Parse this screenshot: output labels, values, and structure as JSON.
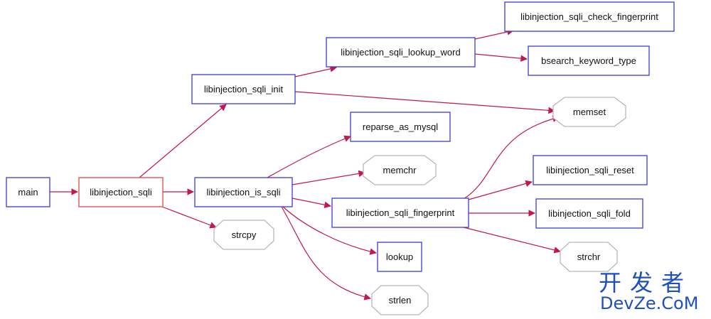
{
  "nodes": [
    {
      "id": "main",
      "label": "main",
      "shape": "box",
      "highlight": false
    },
    {
      "id": "libinjection_sqli",
      "label": "libinjection_sqli",
      "shape": "box",
      "highlight": true
    },
    {
      "id": "libinjection_sqli_init",
      "label": "libinjection_sqli_init",
      "shape": "box",
      "highlight": false
    },
    {
      "id": "libinjection_sqli_lookup_word",
      "label": "libinjection_sqli_lookup_word",
      "shape": "box",
      "highlight": false
    },
    {
      "id": "libinjection_sqli_check_fingerprint",
      "label": "libinjection_sqli_check_fingerprint",
      "shape": "box",
      "highlight": false
    },
    {
      "id": "bsearch_keyword_type",
      "label": "bsearch_keyword_type",
      "shape": "box",
      "highlight": false
    },
    {
      "id": "memset",
      "label": "memset",
      "shape": "octagon",
      "highlight": false
    },
    {
      "id": "reparse_as_mysql",
      "label": "reparse_as_mysql",
      "shape": "box",
      "highlight": false
    },
    {
      "id": "memchr",
      "label": "memchr",
      "shape": "octagon",
      "highlight": false
    },
    {
      "id": "libinjection_is_sqli",
      "label": "libinjection_is_sqli",
      "shape": "box",
      "highlight": false
    },
    {
      "id": "libinjection_sqli_fingerprint",
      "label": "libinjection_sqli_fingerprint",
      "shape": "box",
      "highlight": false
    },
    {
      "id": "libinjection_sqli_reset",
      "label": "libinjection_sqli_reset",
      "shape": "box",
      "highlight": false
    },
    {
      "id": "libinjection_sqli_fold",
      "label": "libinjection_sqli_fold",
      "shape": "box",
      "highlight": false
    },
    {
      "id": "strcpy",
      "label": "strcpy",
      "shape": "octagon",
      "highlight": false
    },
    {
      "id": "lookup",
      "label": "lookup",
      "shape": "box",
      "highlight": false
    },
    {
      "id": "strchr",
      "label": "strchr",
      "shape": "octagon",
      "highlight": false
    },
    {
      "id": "strlen",
      "label": "strlen",
      "shape": "octagon",
      "highlight": false
    }
  ],
  "edges": [
    [
      "main",
      "libinjection_sqli"
    ],
    [
      "libinjection_sqli",
      "libinjection_sqli_init"
    ],
    [
      "libinjection_sqli",
      "libinjection_is_sqli"
    ],
    [
      "libinjection_sqli",
      "strcpy"
    ],
    [
      "libinjection_sqli_init",
      "libinjection_sqli_lookup_word"
    ],
    [
      "libinjection_sqli_init",
      "memset"
    ],
    [
      "libinjection_sqli_lookup_word",
      "libinjection_sqli_check_fingerprint"
    ],
    [
      "libinjection_sqli_lookup_word",
      "bsearch_keyword_type"
    ],
    [
      "libinjection_is_sqli",
      "reparse_as_mysql"
    ],
    [
      "libinjection_is_sqli",
      "memchr"
    ],
    [
      "libinjection_is_sqli",
      "libinjection_sqli_fingerprint"
    ],
    [
      "libinjection_is_sqli",
      "lookup"
    ],
    [
      "libinjection_is_sqli",
      "strlen"
    ],
    [
      "libinjection_sqli_fingerprint",
      "memset"
    ],
    [
      "libinjection_sqli_fingerprint",
      "libinjection_sqli_reset"
    ],
    [
      "libinjection_sqli_fingerprint",
      "libinjection_sqli_fold"
    ],
    [
      "libinjection_sqli_fingerprint",
      "strchr"
    ]
  ],
  "colors": {
    "box_border": "#3b3bd6",
    "highlight_border": "#e0474c",
    "octagon_border": "#b8b8b8",
    "edge": "#c2184a"
  },
  "watermark": {
    "line1": "开发者",
    "line2": "DevZe.CoM"
  }
}
